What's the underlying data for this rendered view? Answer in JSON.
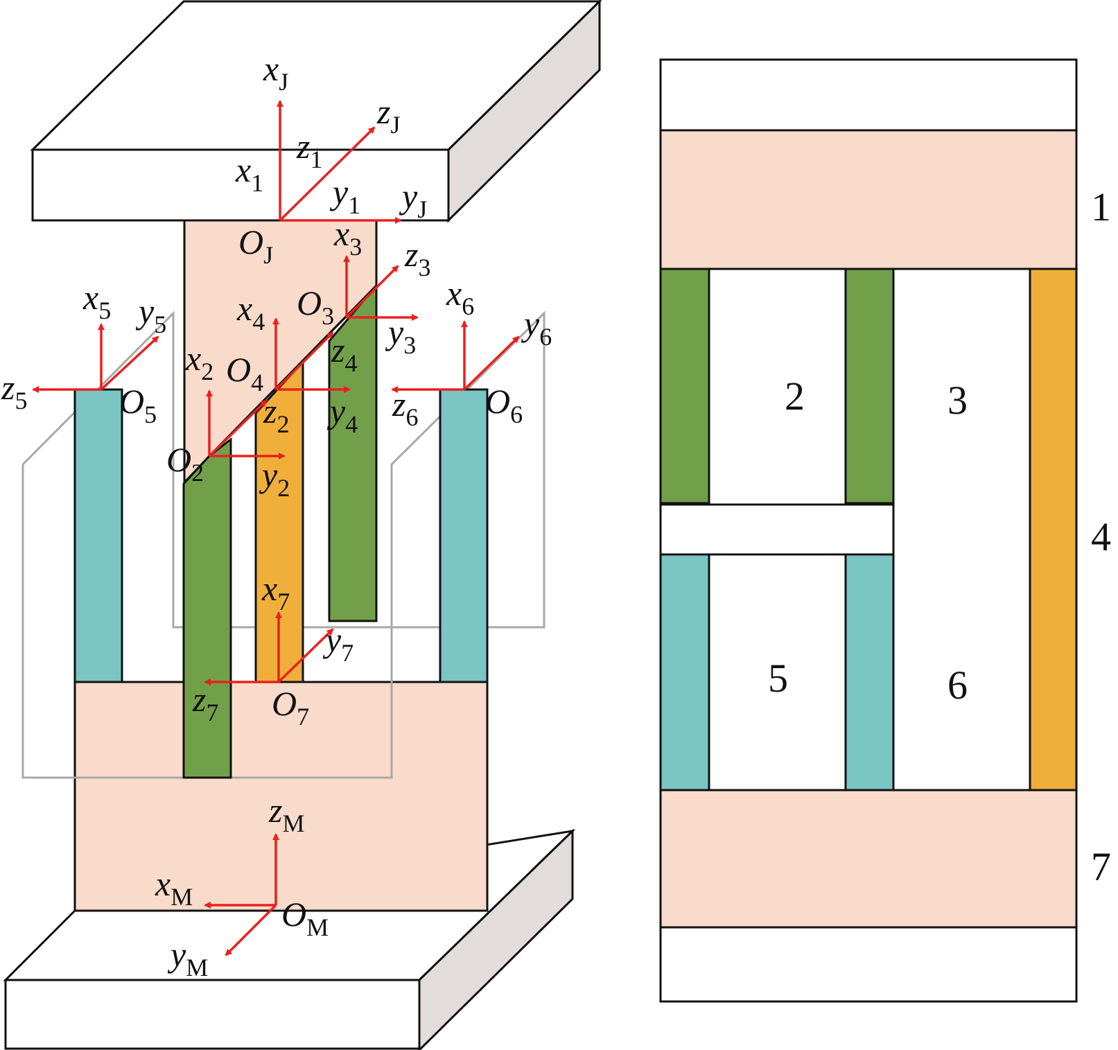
{
  "colors": {
    "body": "#f9dbcb",
    "plate_top": "#ffffff",
    "plate_side": "#e2dcdc",
    "green": "#72a04a",
    "orange": "#f0ae3b",
    "teal": "#7bc5c4",
    "frame": "#a8a8a8",
    "axis": "#e8211f"
  },
  "frames": [
    {
      "origin": {
        "base": "O",
        "sub": "J"
      },
      "x": {
        "base": "x",
        "sub": "J"
      },
      "y": {
        "base": "y",
        "sub": "J"
      },
      "z": {
        "base": "z",
        "sub": "J"
      }
    },
    {
      "x": {
        "base": "x",
        "sub": "1"
      },
      "y": {
        "base": "y",
        "sub": "1"
      },
      "z": {
        "base": "z",
        "sub": "1"
      }
    },
    {
      "origin": {
        "base": "O",
        "sub": "2"
      },
      "x": {
        "base": "x",
        "sub": "2"
      },
      "y": {
        "base": "y",
        "sub": "2"
      },
      "z": {
        "base": "z",
        "sub": "2"
      }
    },
    {
      "origin": {
        "base": "O",
        "sub": "3"
      },
      "x": {
        "base": "x",
        "sub": "3"
      },
      "y": {
        "base": "y",
        "sub": "3"
      },
      "z": {
        "base": "z",
        "sub": "3"
      }
    },
    {
      "origin": {
        "base": "O",
        "sub": "4"
      },
      "x": {
        "base": "x",
        "sub": "4"
      },
      "y": {
        "base": "y",
        "sub": "4"
      },
      "z": {
        "base": "z",
        "sub": "4"
      }
    },
    {
      "origin": {
        "base": "O",
        "sub": "5"
      },
      "x": {
        "base": "x",
        "sub": "5"
      },
      "y": {
        "base": "y",
        "sub": "5"
      },
      "z": {
        "base": "z",
        "sub": "5"
      }
    },
    {
      "origin": {
        "base": "O",
        "sub": "6"
      },
      "x": {
        "base": "x",
        "sub": "6"
      },
      "y": {
        "base": "y",
        "sub": "6"
      },
      "z": {
        "base": "z",
        "sub": "6"
      }
    },
    {
      "origin": {
        "base": "O",
        "sub": "7"
      },
      "x": {
        "base": "x",
        "sub": "7"
      },
      "y": {
        "base": "y",
        "sub": "7"
      },
      "z": {
        "base": "z",
        "sub": "7"
      }
    },
    {
      "origin": {
        "base": "O",
        "sub": "M"
      },
      "x": {
        "base": "x",
        "sub": "M"
      },
      "y": {
        "base": "y",
        "sub": "M"
      },
      "z": {
        "base": "z",
        "sub": "M"
      }
    }
  ],
  "schematic": {
    "regions": [
      "2",
      "3",
      "5",
      "6"
    ],
    "levels": [
      "1",
      "4",
      "7"
    ]
  }
}
